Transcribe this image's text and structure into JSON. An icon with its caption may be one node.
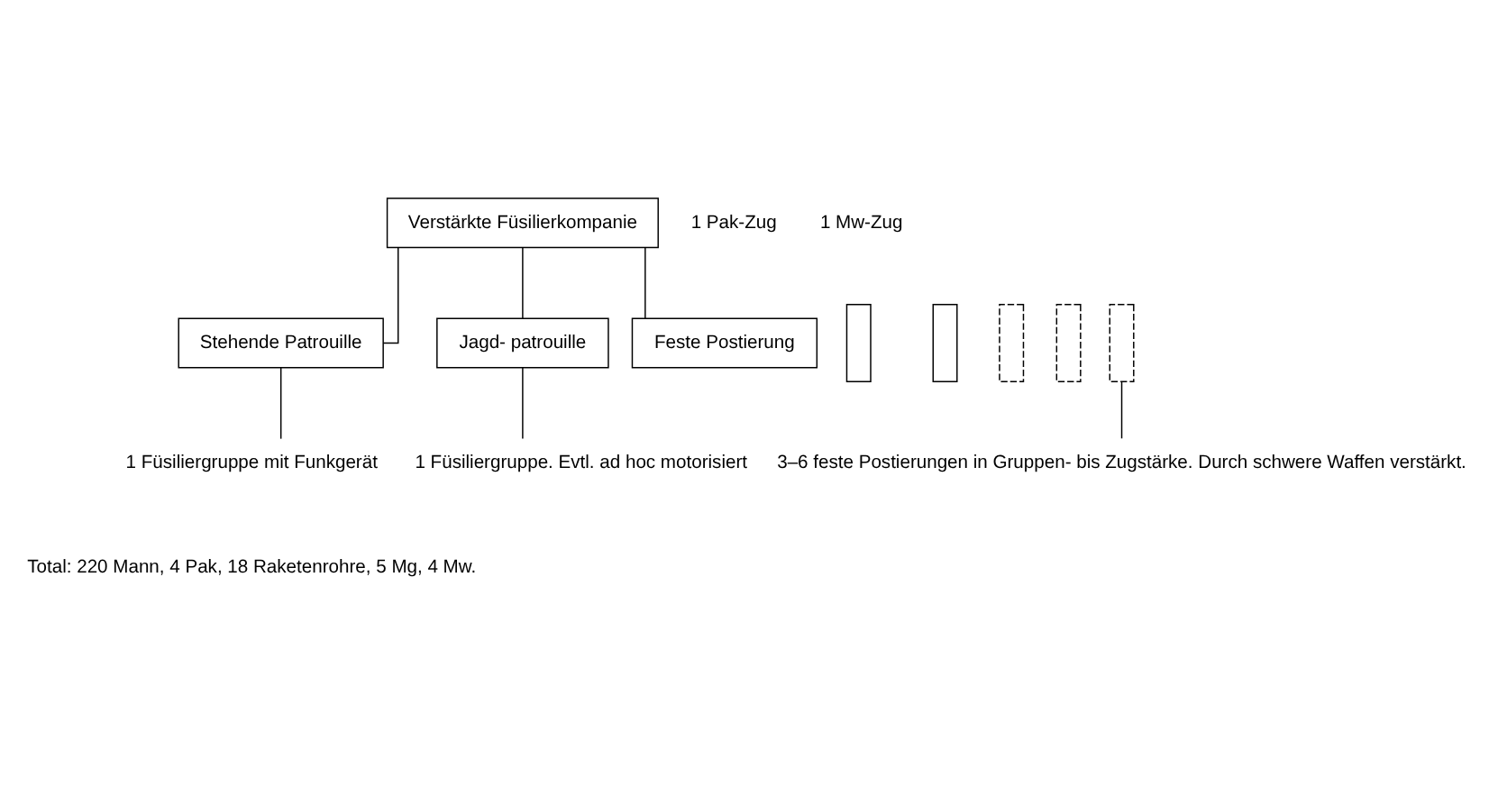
{
  "diagram": {
    "nodes": [
      {
        "text": [
          "Verstärkte Füsilierkompanie"
        ],
        "beside": [
          "1 Pak-Zug",
          "1 Mw-Zug"
        ]
      },
      {
        "text": [
          "Stehende Patrouille"
        ]
      },
      {
        "text": [
          "Jagd- patrouille"
        ]
      },
      {
        "text": [
          "Feste Postierung"
        ]
      },
      {
        "text": [],
        "shape": "box"
      },
      {
        "text": [],
        "shape": "box"
      },
      {
        "text": [],
        "shape": "box"
      },
      {
        "text": [],
        "shape": "box"
      },
      {
        "text": [],
        "shape": "box"
      },
      {
        "text": [
          "1 Füsiliergruppe mit Funkgerät"
        ]
      },
      {
        "text": [
          "1 Füsiliergruppe. Evtl. ad hoc motorisiert"
        ]
      },
      {
        "text": [
          "3–6 feste Postierungen in Gruppen- bis Zugstärke. Durch schwere Waffen verstärkt."
        ]
      }
    ],
    "edges": [
      {
        "from": 0,
        "to": 1,
        "arrow": "none"
      },
      {
        "from": 0,
        "to": 2,
        "arrow": "none"
      },
      {
        "from": 0,
        "to": 3,
        "arrow": "none"
      },
      {
        "from": 1,
        "to": 9,
        "arrow": "none"
      },
      {
        "from": 2,
        "to": 10,
        "arrow": "none"
      },
      {
        "from": 8,
        "to": 11,
        "arrow": "none"
      }
    ],
    "labels": [
      "Total: 220 Mann, 4 Pak, 18 Raketenrohre, 5 Mg, 4 Mw."
    ]
  }
}
